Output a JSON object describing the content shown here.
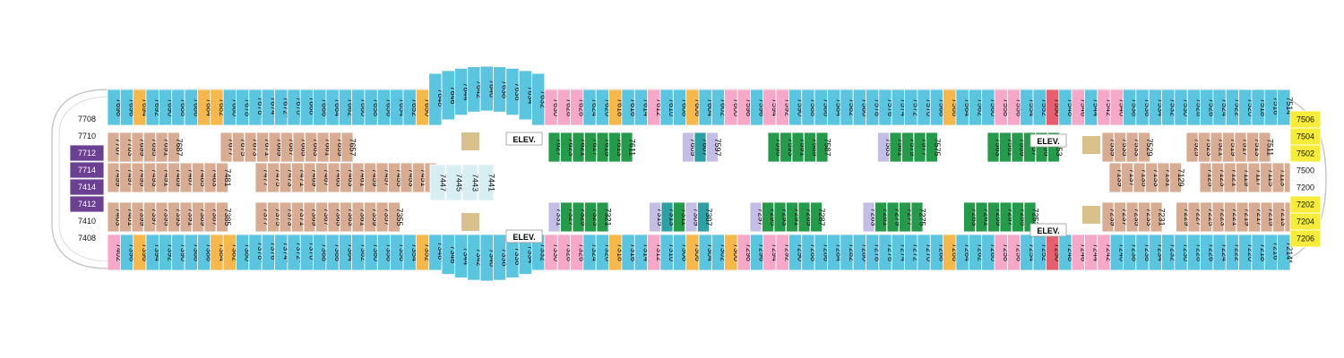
{
  "map": {
    "elevator_label": "ELEV.",
    "colors": {
      "ocean": "#5bc4df",
      "balcony_alt": "#7cc6e8",
      "interior": "#d8ab93",
      "suite": "#f5b84c",
      "suite_alt": "#f6a8c9",
      "green": "#259a4a",
      "teal": "#2e9fa3",
      "lavender": "#c4bde6",
      "red": "#e55f6f",
      "purple": "#6b3f92",
      "yellow": "#f7ec3b",
      "gray": "#b5b5b5",
      "tan": "#d8c18a"
    },
    "port_outer": [
      "7698",
      "7696",
      "7694",
      "7692",
      "7690",
      "7688",
      "7686",
      "7684",
      "7682",
      "7680",
      "7678",
      "7676*",
      "7674*",
      "7672*",
      "7670*",
      "7668*",
      "7666",
      "7664",
      "7662",
      "7660",
      "7658",
      "7656",
      "7654",
      "7652",
      "7650",
      "7648*",
      "7646",
      "7644",
      "7642",
      "7640",
      "7638",
      "7636",
      "7634",
      "7632",
      "7630",
      "7628",
      "7626",
      "7624",
      "7620",
      "7618",
      "7616",
      "7614",
      "7612",
      "7610",
      "7608",
      "7606",
      "7604",
      "7602",
      "7600",
      "7598",
      "7596",
      "7594",
      "7592",
      "7590",
      "7588",
      "7586",
      "7584",
      "7582",
      "7580",
      "7578",
      "7576",
      "7574",
      "7572",
      "7570",
      "7568",
      "7566",
      "7564",
      "7562",
      "7560",
      "7558",
      "7556",
      "7554",
      "7552",
      "7550",
      "7548",
      "7546",
      "7544",
      "7542",
      "7540",
      "7538",
      "7536",
      "7534",
      "7532",
      "7530",
      "7528",
      "7526",
      "7524",
      "7522",
      "7520",
      "7518",
      "7516*",
      "7514*"
    ],
    "port_outer_colors": [
      "ocean",
      "ocean",
      "suite",
      "ocean",
      "ocean",
      "ocean",
      "ocean",
      "suite",
      "suite",
      "ocean",
      "ocean",
      "ocean",
      "ocean",
      "ocean",
      "ocean",
      "ocean",
      "ocean",
      "ocean",
      "ocean",
      "ocean",
      "ocean",
      "ocean",
      "ocean",
      "ocean",
      "suite",
      "ocean",
      "ocean",
      "ocean",
      "ocean",
      "ocean",
      "ocean",
      "ocean",
      "ocean",
      "ocean",
      "suite_alt",
      "suite_alt",
      "suite_alt",
      "ocean",
      "ocean",
      "suite",
      "ocean",
      "ocean",
      "suite_alt",
      "ocean",
      "ocean",
      "suite",
      "ocean",
      "ocean",
      "suite_alt",
      "suite_alt",
      "ocean",
      "suite_alt",
      "suite_alt",
      "ocean",
      "ocean",
      "ocean",
      "ocean",
      "ocean",
      "ocean",
      "ocean",
      "ocean",
      "ocean",
      "ocean",
      "ocean",
      "ocean",
      "suite",
      "ocean",
      "ocean",
      "ocean",
      "suite_alt",
      "suite_alt",
      "ocean",
      "ocean",
      "red",
      "ocean",
      "suite_alt",
      "ocean",
      "suite_alt",
      "suite_alt",
      "ocean",
      "ocean",
      "ocean",
      "ocean",
      "ocean",
      "ocean",
      "ocean",
      "ocean",
      "ocean",
      "ocean",
      "ocean",
      "ocean",
      "ocean",
      "ocean"
    ],
    "stbd_outer": [
      "7402",
      "7398",
      "7396",
      "7394",
      "7392",
      "7390",
      "7388",
      "7386",
      "7384",
      "7382",
      "7380",
      "7378*",
      "7376*",
      "7374*",
      "7372*",
      "7370*",
      "7368",
      "7366",
      "7364",
      "7362",
      "7360",
      "7358",
      "7356",
      "7354",
      "7352",
      "7348*",
      "7346",
      "7344",
      "7342",
      "7340",
      "7338",
      "7336",
      "7334",
      "7332",
      "7330",
      "7328",
      "7326",
      "7324",
      "7320",
      "7318",
      "7316",
      "7314",
      "7312",
      "7310",
      "7308",
      "7306",
      "7304",
      "7302",
      "7300",
      "7298",
      "7296",
      "7294",
      "7292",
      "7290",
      "7288",
      "7286",
      "7284",
      "7282",
      "7280",
      "7278",
      "7276",
      "7274",
      "7272",
      "7270",
      "7268",
      "7266",
      "7264",
      "7262",
      "7260",
      "7258",
      "7256",
      "7254",
      "7252",
      "7250",
      "7248",
      "7246",
      "7244",
      "7242",
      "7240",
      "7238",
      "7236",
      "7234",
      "7232",
      "7230",
      "7228",
      "7226",
      "7224",
      "7222",
      "7220",
      "7218",
      "7216*",
      "7214*"
    ],
    "stbd_outer_colors": [
      "suite_alt",
      "ocean",
      "suite",
      "ocean",
      "ocean",
      "ocean",
      "ocean",
      "ocean",
      "suite",
      "suite",
      "ocean",
      "ocean",
      "ocean",
      "ocean",
      "ocean",
      "ocean",
      "ocean",
      "ocean",
      "ocean",
      "ocean",
      "ocean",
      "ocean",
      "ocean",
      "ocean",
      "suite",
      "ocean",
      "ocean",
      "ocean",
      "ocean",
      "ocean",
      "ocean",
      "ocean",
      "ocean",
      "ocean",
      "suite_alt",
      "suite_alt",
      "suite_alt",
      "ocean",
      "ocean",
      "suite",
      "ocean",
      "ocean",
      "suite_alt",
      "ocean",
      "ocean",
      "suite",
      "ocean",
      "ocean",
      "suite",
      "suite_alt",
      "ocean",
      "suite_alt",
      "suite_alt",
      "ocean",
      "ocean",
      "ocean",
      "ocean",
      "ocean",
      "ocean",
      "ocean",
      "ocean",
      "ocean",
      "ocean",
      "ocean",
      "ocean",
      "suite",
      "ocean",
      "ocean",
      "ocean",
      "suite_alt",
      "suite_alt",
      "ocean",
      "ocean",
      "red",
      "ocean",
      "suite_alt",
      "suite_alt",
      "suite_alt",
      "ocean",
      "ocean",
      "ocean",
      "ocean",
      "ocean",
      "ocean",
      "ocean",
      "ocean",
      "ocean",
      "ocean",
      "ocean",
      "ocean",
      "ocean",
      "ocean",
      "ocean"
    ],
    "aft_left": [
      "7708",
      "7710",
      "7712",
      "7714",
      "7414",
      "7412",
      "7410",
      "7408"
    ],
    "aft_left_colors": [
      "white",
      "white",
      "purple",
      "purple",
      "purple",
      "purple",
      "white",
      "white"
    ],
    "port_inner_A": [
      "7707",
      "7703",
      "7699",
      "7695",
      "7691",
      "7687",
      "7677",
      "7675",
      "7673",
      "7671",
      "7669",
      "7667",
      "7665",
      "7663",
      "7661",
      "7659",
      "7657"
    ],
    "port_inner_A2": [
      "7627",
      "7623",
      "7621",
      "7617",
      "7615",
      "7613",
      "7611",
      "7609",
      "7607",
      "7597",
      "7595",
      "7593",
      "7591",
      "7589",
      "7587",
      "7583",
      "7581",
      "7579",
      "7577",
      "7575",
      "7563",
      "7561",
      "7559",
      "7557",
      "7555",
      "7553"
    ],
    "port_inner_A2_colors": [
      "green",
      "green",
      "green",
      "green",
      "green",
      "green",
      "green",
      "lavender",
      "teal",
      "lavender",
      "green",
      "green",
      "green",
      "green",
      "green",
      "lavender",
      "green",
      "green",
      "green",
      "green",
      "green",
      "green",
      "green",
      "green",
      "green",
      "green"
    ],
    "port_inner_A3": [
      "7539",
      "7535",
      "7533",
      "7529",
      "7525",
      "7523",
      "7521",
      "7519",
      "7517",
      "7513",
      "7511"
    ],
    "port_inner_B": [
      "7499",
      "7497",
      "7495",
      "7493",
      "7491",
      "7489",
      "7487",
      "7485",
      "7483",
      "7481",
      "7477",
      "7475",
      "7473",
      "7471",
      "7469",
      "7467",
      "7465",
      "7463",
      "7461",
      "7459",
      "7457",
      "7455",
      "7453",
      "7451",
      "7449"
    ],
    "center_inner": [
      "7447",
      "7445",
      "7443",
      "7441"
    ],
    "fwd_inner_B": [
      "7139",
      "7137",
      "7135",
      "7133",
      "7131",
      "7129",
      "7125",
      "7123",
      "7121",
      "7119",
      "7117",
      "7115",
      "7113",
      "7111"
    ],
    "stbd_inner_A": [
      "7403",
      "7401",
      "7399",
      "7397",
      "7395",
      "7393",
      "7391",
      "7389",
      "7387",
      "7385",
      "7377",
      "7375",
      "7373",
      "7371",
      "7369",
      "7367",
      "7365",
      "7363",
      "7361",
      "7359",
      "7357",
      "7355"
    ],
    "stbd_inner_A2": [
      "7331",
      "7327",
      "7325",
      "7323",
      "7321",
      "7315",
      "7313",
      "7311",
      "7309",
      "7307",
      "7297",
      "7295",
      "7293",
      "7291",
      "7289",
      "7287",
      "7283",
      "7281",
      "7279",
      "7277",
      "7275",
      "7263",
      "7261",
      "7259",
      "7257",
      "7255",
      "7253"
    ],
    "stbd_inner_A2_colors": [
      "lavender",
      "green",
      "green",
      "green",
      "green",
      "lavender",
      "teal",
      "green",
      "lavender",
      "teal",
      "lavender",
      "green",
      "green",
      "green",
      "green",
      "green",
      "lavender",
      "green",
      "green",
      "green",
      "green",
      "green",
      "green",
      "green",
      "green",
      "green",
      "green"
    ],
    "stbd_inner_A3": [
      "7239",
      "7237",
      "7235",
      "7233",
      "7231",
      "7229",
      "7227",
      "7225",
      "7223",
      "7221",
      "7219",
      "7217",
      "7215",
      "7213",
      "7211"
    ],
    "fwd_end": [
      "7506",
      "7504",
      "7502",
      "7500",
      "7200",
      "7202",
      "7204",
      "7206"
    ],
    "fwd_end_colors": [
      "yellow",
      "yellow",
      "yellow",
      "white",
      "white",
      "yellow",
      "yellow",
      "yellow"
    ]
  }
}
